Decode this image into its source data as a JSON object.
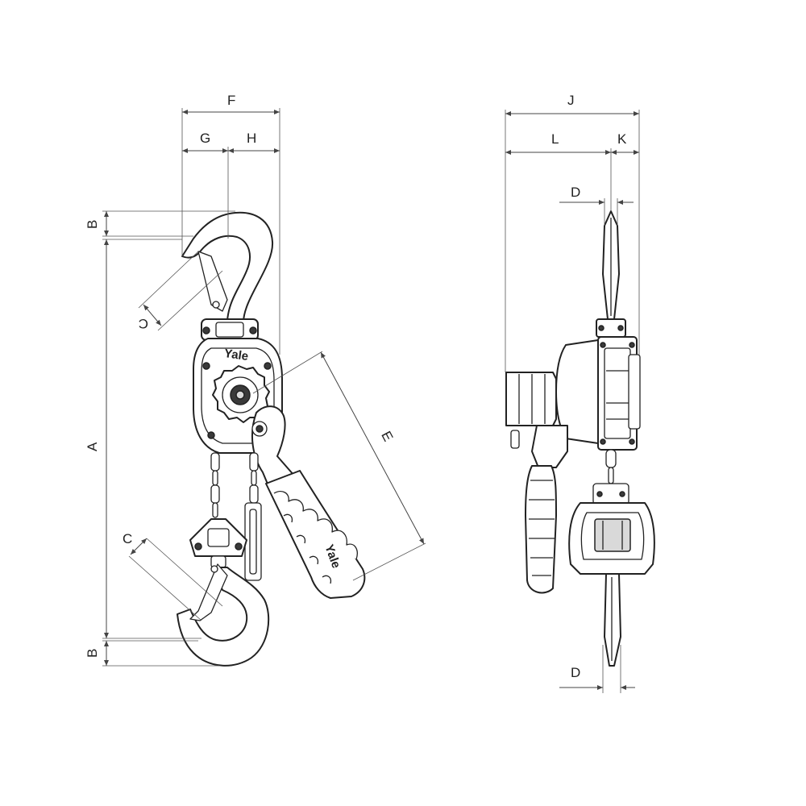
{
  "colors": {
    "line": "#222222",
    "dimension": "#444444",
    "background": "#ffffff"
  },
  "labels": {
    "A": "A",
    "B": "B",
    "C": "C",
    "D": "D",
    "E": "E",
    "F": "F",
    "G": "G",
    "H": "H",
    "J": "J",
    "K": "K",
    "L": "L"
  },
  "brand": {
    "logo": "Yale",
    "handle_logo": "Yale"
  }
}
